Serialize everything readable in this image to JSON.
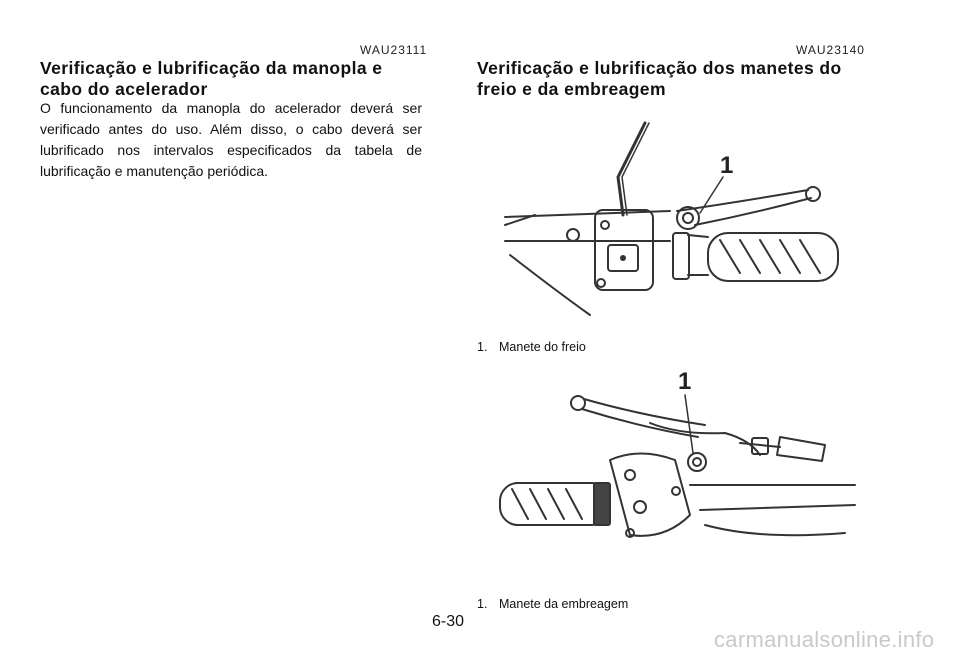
{
  "left": {
    "code": "WAU23111",
    "heading_line1": "Verificação e lubrificação da manopla e",
    "heading_line2": "cabo do acelerador",
    "body": "O funcionamento da manopla do acelerador deverá ser verificado antes do uso. Além disso, o cabo deverá ser lubrificado nos intervalos especificados da tabela de lubrificação e manutenção periódica."
  },
  "right": {
    "code": "WAU23140",
    "heading_line1": "Verificação e lubrificação dos manetes do",
    "heading_line2": "freio e da embreagem",
    "figure1": {
      "callout": "1",
      "caption_num": "1.",
      "caption_text": "Manete do freio"
    },
    "figure2": {
      "callout": "1",
      "caption_num": "1.",
      "caption_text": "Manete da embreagem"
    }
  },
  "page_number": "6-30",
  "watermark": "carmanualsonline.info"
}
